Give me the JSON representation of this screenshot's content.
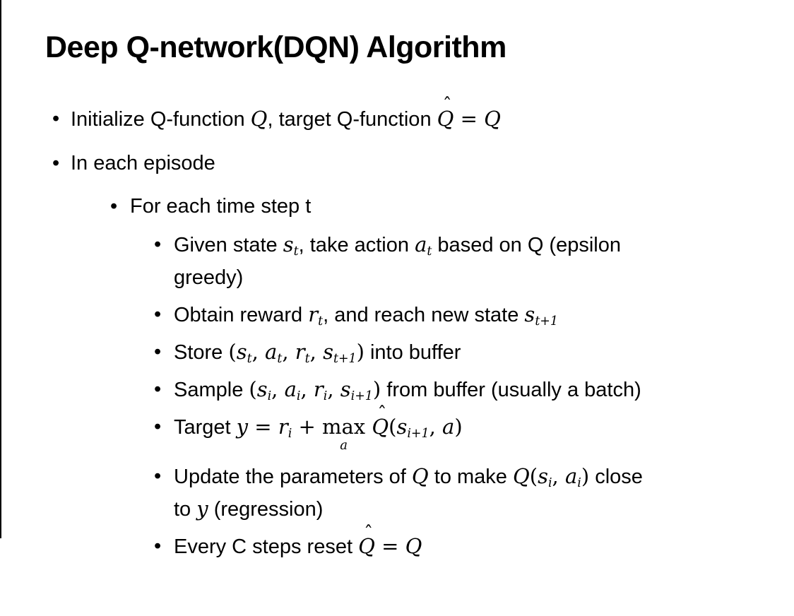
{
  "slide": {
    "title": "Deep Q-network(DQN) Algorithm",
    "bullet_char": "•",
    "hat_char": "ˆ",
    "text_color": "#000000",
    "background_color": "#ffffff",
    "bullets": [
      {
        "level": 1,
        "lines": [
          [
            {
              "s": "p",
              "t": "Initialize Q-function "
            },
            {
              "s": "m",
              "t": "Q"
            },
            {
              "s": "p",
              "t": ", target Q-function "
            },
            {
              "s": "mh",
              "t": "Q"
            },
            {
              "s": "mr",
              "t": " = "
            },
            {
              "s": "m",
              "t": "Q"
            }
          ]
        ]
      },
      {
        "level": 1,
        "lines": [
          [
            {
              "s": "p",
              "t": "In each episode"
            }
          ]
        ]
      },
      {
        "level": 2,
        "lines": [
          [
            {
              "s": "p",
              "t": "For each time step t"
            }
          ]
        ]
      },
      {
        "level": 3,
        "lines": [
          [
            {
              "s": "p",
              "t": "Given state "
            },
            {
              "s": "m",
              "t": "s"
            },
            {
              "s": "ms",
              "t": "t"
            },
            {
              "s": "p",
              "t": ", take action "
            },
            {
              "s": "m",
              "t": "a"
            },
            {
              "s": "ms",
              "t": "t"
            },
            {
              "s": "p",
              "t": " based on Q (epsilon"
            }
          ],
          [
            {
              "s": "p",
              "t": "greedy)"
            }
          ]
        ]
      },
      {
        "level": 3,
        "lines": [
          [
            {
              "s": "p",
              "t": "Obtain reward "
            },
            {
              "s": "m",
              "t": "r"
            },
            {
              "s": "ms",
              "t": "t"
            },
            {
              "s": "p",
              "t": ", and reach new state "
            },
            {
              "s": "m",
              "t": "s"
            },
            {
              "s": "ms",
              "t": "t+1"
            }
          ]
        ]
      },
      {
        "level": 3,
        "lines": [
          [
            {
              "s": "p",
              "t": "Store "
            },
            {
              "s": "mr",
              "t": "("
            },
            {
              "s": "m",
              "t": "s"
            },
            {
              "s": "ms",
              "t": "t"
            },
            {
              "s": "mr",
              "t": ", "
            },
            {
              "s": "m",
              "t": "a"
            },
            {
              "s": "ms",
              "t": "t"
            },
            {
              "s": "mr",
              "t": ", "
            },
            {
              "s": "m",
              "t": "r"
            },
            {
              "s": "ms",
              "t": "t"
            },
            {
              "s": "mr",
              "t": ", "
            },
            {
              "s": "m",
              "t": "s"
            },
            {
              "s": "ms",
              "t": "t+1"
            },
            {
              "s": "mr",
              "t": ")"
            },
            {
              "s": "p",
              "t": " into buffer"
            }
          ]
        ]
      },
      {
        "level": 3,
        "lines": [
          [
            {
              "s": "p",
              "t": "Sample "
            },
            {
              "s": "mr",
              "t": "("
            },
            {
              "s": "m",
              "t": "s"
            },
            {
              "s": "ms",
              "t": "i"
            },
            {
              "s": "mr",
              "t": ", "
            },
            {
              "s": "m",
              "t": "a"
            },
            {
              "s": "ms",
              "t": "i"
            },
            {
              "s": "mr",
              "t": ", "
            },
            {
              "s": "m",
              "t": "r"
            },
            {
              "s": "ms",
              "t": "i"
            },
            {
              "s": "mr",
              "t": ", "
            },
            {
              "s": "m",
              "t": "s"
            },
            {
              "s": "ms",
              "t": "i+1"
            },
            {
              "s": "mr",
              "t": ")"
            },
            {
              "s": "p",
              "t": " from buffer (usually a batch)"
            }
          ]
        ]
      },
      {
        "level": 3,
        "lines": [
          [
            {
              "s": "p",
              "t": "Target "
            },
            {
              "s": "m",
              "t": "y"
            },
            {
              "s": "mr",
              "t": " = "
            },
            {
              "s": "m",
              "t": "r"
            },
            {
              "s": "ms",
              "t": "i"
            },
            {
              "s": "mr",
              "t": " + "
            },
            {
              "s": "us",
              "t": "max",
              "u": "a"
            },
            {
              "s": "mr",
              "t": " "
            },
            {
              "s": "mh",
              "t": "Q"
            },
            {
              "s": "mr",
              "t": "("
            },
            {
              "s": "m",
              "t": "s"
            },
            {
              "s": "ms",
              "t": "i+1"
            },
            {
              "s": "mr",
              "t": ", "
            },
            {
              "s": "m",
              "t": "a"
            },
            {
              "s": "mr",
              "t": ")"
            }
          ]
        ]
      },
      {
        "level": 3,
        "lines": [
          [
            {
              "s": "p",
              "t": "Update the parameters of "
            },
            {
              "s": "m",
              "t": "Q"
            },
            {
              "s": "p",
              "t": " to make "
            },
            {
              "s": "m",
              "t": "Q"
            },
            {
              "s": "mr",
              "t": "("
            },
            {
              "s": "m",
              "t": "s"
            },
            {
              "s": "ms",
              "t": "i"
            },
            {
              "s": "mr",
              "t": ", "
            },
            {
              "s": "m",
              "t": "a"
            },
            {
              "s": "ms",
              "t": "i"
            },
            {
              "s": "mr",
              "t": ")"
            },
            {
              "s": "p",
              "t": " close"
            }
          ],
          [
            {
              "s": "p",
              "t": "to "
            },
            {
              "s": "m",
              "t": "y"
            },
            {
              "s": "p",
              "t": " (regression)"
            }
          ]
        ]
      },
      {
        "level": 3,
        "lines": [
          [
            {
              "s": "p",
              "t": "Every C steps reset "
            },
            {
              "s": "mh",
              "t": "Q"
            },
            {
              "s": "mr",
              "t": " = "
            },
            {
              "s": "m",
              "t": "Q"
            }
          ]
        ]
      }
    ]
  }
}
